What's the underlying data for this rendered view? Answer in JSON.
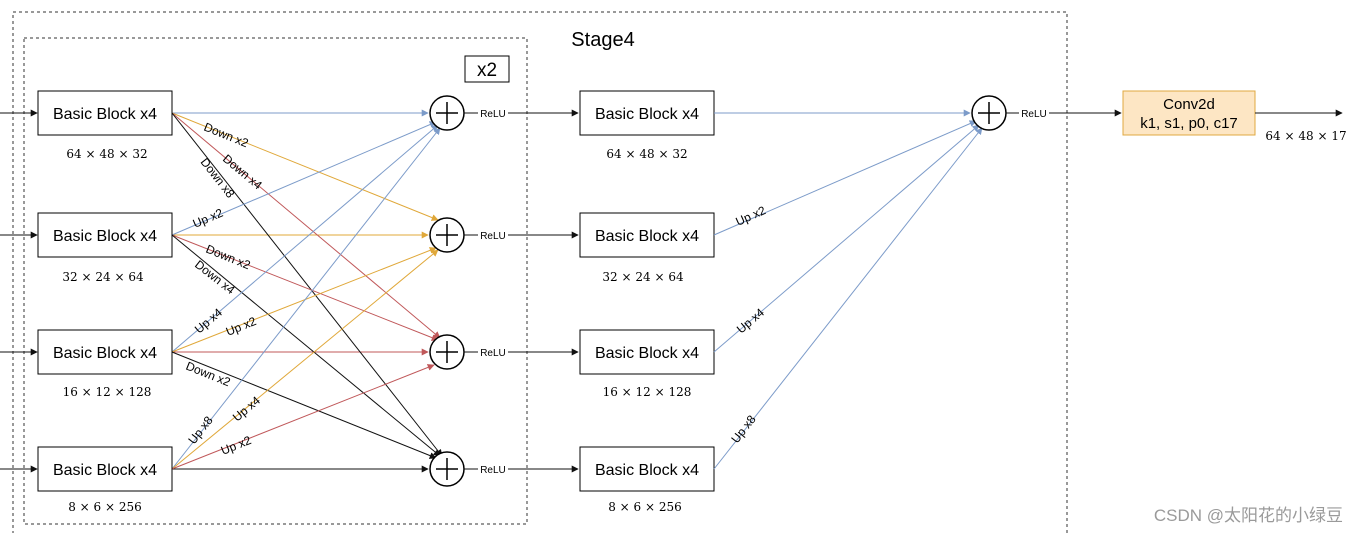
{
  "stage_title": "Stage4",
  "repeat_label": "x2",
  "colors": {
    "blue": "#7c9bc9",
    "orange": "#e0a83a",
    "red": "#c0585a",
    "black": "#111111",
    "conv_fill": "#fde6c4",
    "conv_stroke": "#e0a840"
  },
  "left_blocks": [
    {
      "label": "Basic Block x4",
      "dims": "64 × 48 × 32"
    },
    {
      "label": "Basic Block x4",
      "dims": "32 × 24 × 64"
    },
    {
      "label": "Basic Block x4",
      "dims": "16 × 12 × 128"
    },
    {
      "label": "Basic Block x4",
      "dims": "8 × 6 × 256"
    }
  ],
  "right_blocks": [
    {
      "label": "Basic Block x4",
      "dims": "64 × 48 × 32"
    },
    {
      "label": "Basic Block x4",
      "dims": "32 × 24 × 64"
    },
    {
      "label": "Basic Block x4",
      "dims": "16 × 12 × 128"
    },
    {
      "label": "Basic Block x4",
      "dims": "8 × 6 × 256"
    }
  ],
  "relu_label": "ReLU",
  "cross_labels": {
    "down_x2": "Down x2",
    "down_x4": "Down x4",
    "down_x8": "Down x8",
    "up_x2": "Up x2",
    "up_x4": "Up x4",
    "up_x8": "Up x8"
  },
  "conv": {
    "line1": "Conv2d",
    "line2": "k1, s1, p0, c17",
    "output_dims": "64 × 48 × 17"
  },
  "watermark": "CSDN @太阳花的小绿豆"
}
